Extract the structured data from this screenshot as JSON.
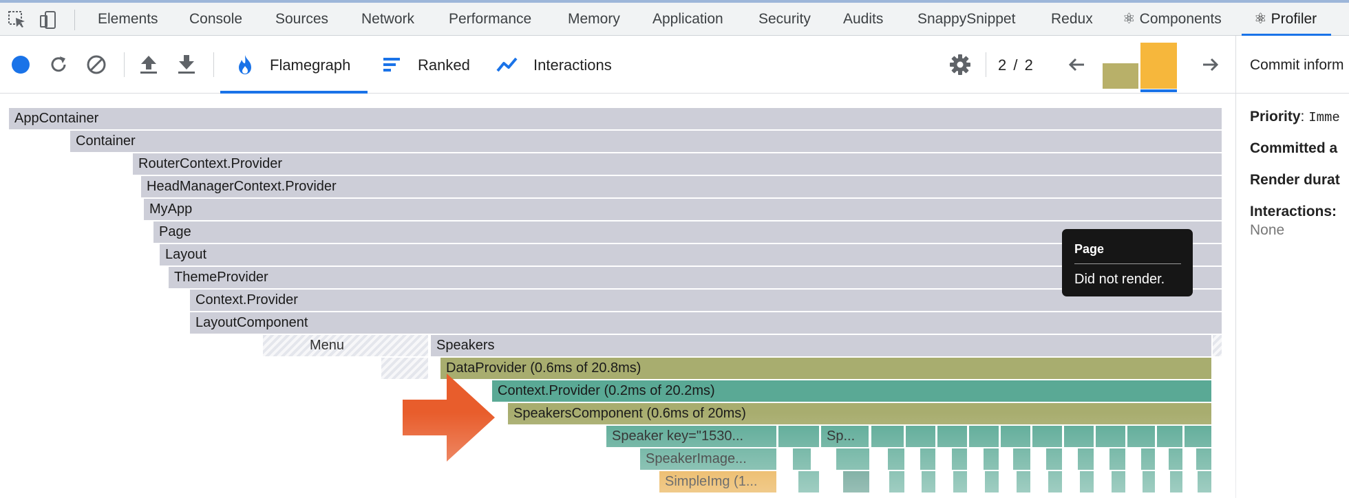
{
  "devtools_tabs": [
    {
      "label": "Elements"
    },
    {
      "label": "Console"
    },
    {
      "label": "Sources"
    },
    {
      "label": "Network"
    },
    {
      "label": "Performance"
    },
    {
      "label": "Memory"
    },
    {
      "label": "Application"
    },
    {
      "label": "Security"
    },
    {
      "label": "Audits"
    },
    {
      "label": "SnappySnippet"
    },
    {
      "label": "Redux"
    },
    {
      "label": "⚛ Components"
    },
    {
      "label": "⚛ Profiler",
      "active": true
    }
  ],
  "toolbar": {
    "icons": [
      "record-icon",
      "reload-icon",
      "clear-icon",
      "upload-icon",
      "download-icon"
    ],
    "modes": [
      {
        "label": "Flamegraph",
        "icon": "flame-icon",
        "active": true
      },
      {
        "label": "Ranked",
        "icon": "ranked-icon"
      },
      {
        "label": "Interactions",
        "icon": "interactions-icon"
      }
    ],
    "commit_counter": "2 / 2",
    "commit_bars": [
      {
        "index": 1,
        "relative_height": 0.6,
        "color": "#b8b069"
      },
      {
        "index": 2,
        "relative_height": 1.0,
        "color": "#f6b73c",
        "selected": true
      }
    ]
  },
  "sidepanel": {
    "title": "Commit inform",
    "priority_label": "Priority",
    "priority_value": "Imme",
    "committed_label": "Committed a",
    "render_label": "Render durat",
    "interactions_label": "Interactions:",
    "interactions_value": "None"
  },
  "flamegraph": {
    "rows": [
      {
        "label": "AppContainer",
        "color": "gray"
      },
      {
        "label": "Container",
        "color": "gray"
      },
      {
        "label": "RouterContext.Provider",
        "color": "gray"
      },
      {
        "label": "HeadManagerContext.Provider",
        "color": "gray"
      },
      {
        "label": "MyApp",
        "color": "gray"
      },
      {
        "label": "Page",
        "color": "gray"
      },
      {
        "label": "Layout",
        "color": "gray"
      },
      {
        "label": "ThemeProvider",
        "color": "gray"
      },
      {
        "label": "Context.Provider",
        "color": "gray"
      },
      {
        "label": "LayoutComponent",
        "color": "gray"
      },
      {
        "label": "Menu",
        "color": "hatch"
      },
      {
        "label": "Speakers",
        "color": "gray"
      },
      {
        "label": "DataProvider (0.6ms of 20.8ms)",
        "color": "olive"
      },
      {
        "label": "Context.Provider (0.2ms of 20.2ms)",
        "color": "teal"
      },
      {
        "label": "SpeakersComponent (0.6ms of 20ms)",
        "color": "olive"
      },
      {
        "label": "Speaker key=\"1530...",
        "color": "teal"
      },
      {
        "label": "Sp...",
        "color": "teal"
      },
      {
        "label": "SpeakerImage...",
        "color": "teal"
      },
      {
        "label": "SimpleImg (1...",
        "color": "orange"
      }
    ]
  },
  "tooltip": {
    "title": "Page",
    "body": "Did not render."
  }
}
